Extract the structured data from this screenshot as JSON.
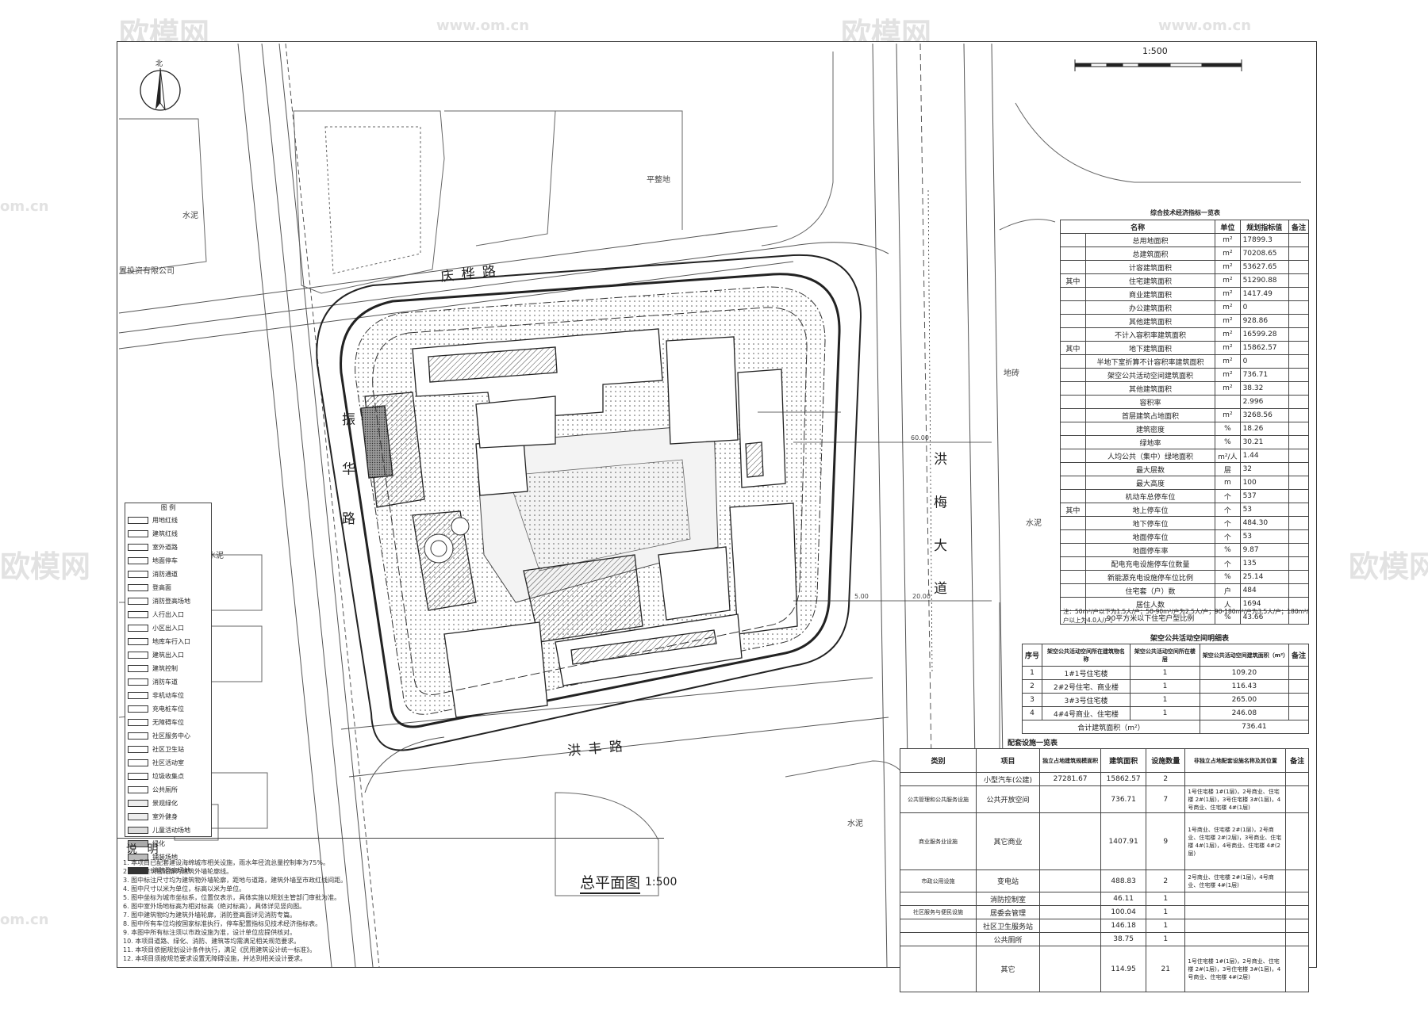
{
  "watermark": {
    "brand": "欧模网",
    "url": "www.om.cn",
    "url_short": "om.cn"
  },
  "plan": {
    "north_label": "北",
    "scale_bar_label": "1:500",
    "title": "总平面图",
    "title_scale": "1:500",
    "roads": {
      "north": "庆 桦 路",
      "east": "洪 梅 大 道",
      "south": "洪 丰 路",
      "west": "振 华 路"
    },
    "map_labels": {
      "water_left": "水泥",
      "flat_ground": "平整地",
      "company": "置投资有限公司",
      "water_east": "水泥",
      "water_se": "水泥",
      "water_sw": "水泥",
      "ground": "地砖"
    },
    "dims": {
      "d1": "60.00",
      "d2": "20.00",
      "d3": "5.00"
    }
  },
  "legend": {
    "title": "图 例",
    "items": [
      "用地红线",
      "建筑红线",
      "室外道路",
      "地面停车",
      "消防通道",
      "登高面",
      "消防登高场地",
      "人行出入口",
      "小区出入口",
      "地库车行入口",
      "建筑出入口",
      "建筑控制",
      "消防车道",
      "非机动车位",
      "充电桩车位",
      "无障碍车位",
      "社区服务中心",
      "社区卫生站",
      "社区活动室",
      "垃圾收集点",
      "公共厕所",
      "景观绿化",
      "室外健身",
      "儿童活动场地",
      "绿化",
      "铺装场地",
      "消防登高场地"
    ]
  },
  "notes": {
    "title": "说 明",
    "lines": [
      "1. 本项目已配套建设海绵城市相关设施，雨水年径流总量控制率为75%。",
      "2. 图中建筑物轮廓为建筑外墙轮廓线。",
      "3. 图中标注尺寸均为建筑物外墙轮廓，距地与道路，建筑外墙至市政红线间距。",
      "4. 图中尺寸以米为单位，标高以米为单位。",
      "5. 图中坐标为城市坐标系，位置仅表示，具体实施以规划主管部门审批为准。",
      "6. 图中室外场地标高为相对标高（绝对标高），具体详见竖向图。",
      "7. 图中建筑物均为建筑外墙轮廓，消防登高面详见消防专篇。",
      "8. 图中所有车位均按国家标准执行，停车配置指标见技术经济指标表。",
      "9. 本图中所有标注须以市政设施为准，设计单位应提供核对。",
      "10. 本项目道路、绿化、消防、建筑等均需满足相关规范要求。",
      "11. 本项目依据规划设计条件执行，满足《民用建筑设计统一标准》。",
      "12. 本项目须按规范要求设置无障碍设施，并达到相关设计要求。"
    ]
  },
  "tech_table": {
    "title": "综合技术经济指标一览表",
    "headers": [
      "名称",
      "单位",
      "规划指标值",
      "备注"
    ],
    "rows": [
      [
        "",
        "总用地面积",
        "m²",
        "17899.3"
      ],
      [
        "",
        "总建筑面积",
        "m²",
        "70208.65"
      ],
      [
        "",
        "计容建筑面积",
        "m²",
        "53627.65"
      ],
      [
        "其中",
        "住宅建筑面积",
        "m²",
        "51290.88"
      ],
      [
        "",
        "商业建筑面积",
        "m²",
        "1417.49"
      ],
      [
        "",
        "办公建筑面积",
        "m²",
        "0"
      ],
      [
        "",
        "其他建筑面积",
        "m²",
        "928.86"
      ],
      [
        "",
        "不计入容积率建筑面积",
        "m²",
        "16599.28"
      ],
      [
        "其中",
        "地下建筑面积",
        "m²",
        "15862.57"
      ],
      [
        "",
        "半地下室折算不计容积率建筑面积",
        "m²",
        "0"
      ],
      [
        "",
        "架空公共活动空间建筑面积",
        "m²",
        "736.71"
      ],
      [
        "",
        "其他建筑面积",
        "m²",
        "38.32"
      ],
      [
        "",
        "容积率",
        "",
        "2.996"
      ],
      [
        "",
        "首层建筑占地面积",
        "m²",
        "3268.56"
      ],
      [
        "",
        "建筑密度",
        "%",
        "18.26"
      ],
      [
        "",
        "绿地率",
        "%",
        "30.21"
      ],
      [
        "",
        "人均公共（集中）绿地面积",
        "m²/人",
        "1.44"
      ],
      [
        "",
        "最大层数",
        "层",
        "32"
      ],
      [
        "",
        "最大高度",
        "m",
        "100"
      ],
      [
        "",
        "机动车总停车位",
        "个",
        "537"
      ],
      [
        "其中",
        "地上停车位",
        "个",
        "53"
      ],
      [
        "",
        "地下停车位",
        "个",
        "484.30"
      ],
      [
        "",
        "地面停车位",
        "个",
        "53"
      ],
      [
        "",
        "地面停车率",
        "%",
        "9.87"
      ],
      [
        "",
        "配电充电设施停车位数量",
        "个",
        "135"
      ],
      [
        "",
        "新能源充电设施停车位比例",
        "%",
        "25.14"
      ],
      [
        "",
        "住宅套（户）数",
        "户",
        "484"
      ],
      [
        "",
        "居住人数",
        "人",
        "1694"
      ],
      [
        "",
        "90平方米以下住宅户型比例",
        "%",
        "43.66"
      ]
    ],
    "footnote": "注：50m²/户以下为1.5人/户；50-90m²/户为2.5人/户；90-180m²/户为3.5人/户；180m²/户以上为4.0人/户。"
  },
  "overhead_table": {
    "title": "架空公共活动空间明细表",
    "headers": [
      "序号",
      "架空公共活动空间所在建筑物名称",
      "架空公共活动空间所在楼层",
      "架空公共活动空间建筑面积（m²）",
      "备注"
    ],
    "rows": [
      [
        "1",
        "1#1号住宅楼",
        "1",
        "109.20"
      ],
      [
        "2",
        "2#2号住宅、商业楼",
        "1",
        "116.43"
      ],
      [
        "3",
        "3#3号住宅楼",
        "1",
        "265.00"
      ],
      [
        "4",
        "4#4号商业、住宅楼",
        "1",
        "246.08"
      ]
    ],
    "total_label": "合计建筑面积（m²）",
    "total_value": "736.41"
  },
  "facility_table": {
    "title": "配套设施一览表",
    "headers": [
      "类别",
      "项目",
      "独立占地建筑规模面积",
      "建筑面积",
      "设施数量",
      "非独立占地配套设施名称及其位置",
      "备注"
    ],
    "rows": [
      [
        "",
        "小型汽车(公建)",
        "27281.67",
        "15862.57",
        "2",
        ""
      ],
      [
        "公共管理和公共服务设施",
        "公共开放空间",
        "",
        "736.71",
        "7",
        "1号住宅楼 1#(1层)，2号商业、住宅楼 2#(1层)，3号住宅楼 3#(1层)，4号商业、住宅楼 4#(1层)"
      ],
      [
        "商业服务业设施",
        "其它商业",
        "",
        "1407.91",
        "9",
        "1号商业、住宅楼 2#(1层)，2号商业、住宅楼 2#(2层)，3号商业、住宅楼 4#(1层)，4号商业、住宅楼 4#(2层)"
      ],
      [
        "市政公用设施",
        "变电站",
        "",
        "488.83",
        "2",
        "2号商业、住宅楼 2#(1层)，4号商业、住宅楼 4#(1层)"
      ],
      [
        "",
        "消防控制室",
        "",
        "46.11",
        "1",
        ""
      ],
      [
        "社区服务与便民设施",
        "居委会管理",
        "",
        "100.04",
        "1",
        ""
      ],
      [
        "",
        "社区卫生服务站",
        "",
        "146.18",
        "1",
        ""
      ],
      [
        "",
        "公共厕所",
        "",
        "38.75",
        "1",
        ""
      ],
      [
        "",
        "其它",
        "",
        "114.95",
        "21",
        "1号住宅楼 1#(1层)，2号商业、住宅楼 2#(1层)，3号住宅楼 3#(1层)，4号商业、住宅楼 4#(2层)"
      ]
    ]
  }
}
